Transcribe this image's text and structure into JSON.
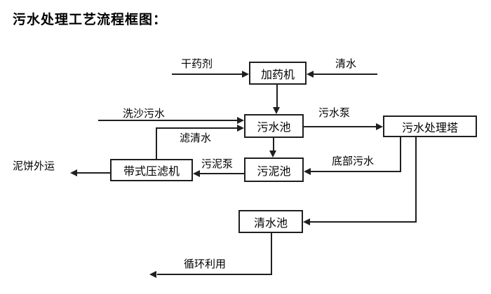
{
  "title": "污水处理工艺流程框图：",
  "diagram": {
    "boxes": {
      "dosing_machine": "加药机",
      "sewage_pool": "污水池",
      "treatment_tower": "污水处理塔",
      "sludge_pool": "污泥池",
      "belt_filter_press": "带式压滤机",
      "clean_water_pool": "清水池"
    },
    "flow_labels": {
      "dry_agent": "干药剂",
      "clean_water": "清水",
      "sand_washing_sewage": "洗沙污水",
      "filtered_water": "滤清水",
      "sewage_pump": "污水泵",
      "bottom_sewage": "底部污水",
      "sludge_pump": "污泥泵",
      "mud_cake_out": "泥饼外运",
      "recycle_use": "循环利用"
    },
    "edges": [
      {
        "from": "干药剂",
        "to": "加药机"
      },
      {
        "from": "清水",
        "to": "加药机"
      },
      {
        "from": "加药机",
        "to": "污水池"
      },
      {
        "from": "洗沙污水",
        "to": "污水池"
      },
      {
        "from": "带式压滤机",
        "to": "污水池",
        "label": "滤清水"
      },
      {
        "from": "污水池",
        "to": "污水处理塔",
        "label": "污水泵"
      },
      {
        "from": "污水池",
        "to": "污泥池"
      },
      {
        "from": "污水处理塔",
        "to": "污泥池",
        "label": "底部污水"
      },
      {
        "from": "污泥池",
        "to": "带式压滤机",
        "label": "污泥泵"
      },
      {
        "from": "带式压滤机",
        "to": "泥饼外运"
      },
      {
        "from": "污水处理塔",
        "to": "清水池"
      },
      {
        "from": "清水池",
        "to": "循环利用"
      }
    ],
    "colors": {
      "line": "#1f1f1f",
      "text": "#000000",
      "background": "#ffffff"
    }
  }
}
